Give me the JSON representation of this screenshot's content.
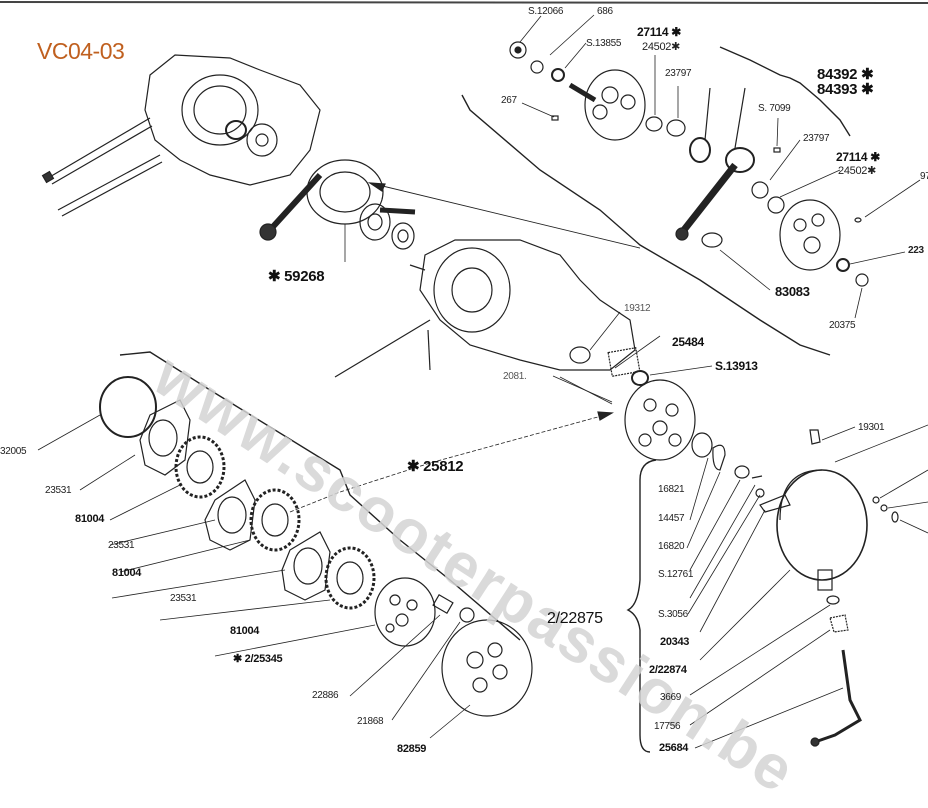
{
  "title": "VC04-03",
  "watermark": "www.scooterpassion.be",
  "accent_color": "#c0601f",
  "labels": {
    "s12066": "S.12066",
    "p686": "686",
    "s13855": "S.13855",
    "p27114a": "27114 ✱",
    "p24502a": "24502✱",
    "p23797a": "23797",
    "p267": "267",
    "p84392": "84392 ✱",
    "p84393": "84393 ✱",
    "s7099": "S. 7099",
    "p23797b": "23797",
    "p27114b": "27114 ✱",
    "p24502b": "24502✱",
    "p97": "97",
    "p223": "223",
    "p83083": "83083",
    "p20375": "20375",
    "p59268": "✱ 59268",
    "p19312": "19312",
    "p25484": "25484",
    "s13913": "S.13913",
    "p2081": "2081.",
    "p25812": "✱ 25812",
    "p32005": "32005",
    "p23531a": "23531",
    "p81004a": "81004",
    "p23531b": "23531",
    "p81004b": "81004",
    "p23531c": "23531",
    "p81004c": "81004",
    "p25345": "✱ 2/25345",
    "p22886": "22886",
    "p21868": "21868",
    "p82859": "82859",
    "p19301": "19301",
    "p16821": "16821",
    "p14457": "14457",
    "p16820": "16820",
    "s12761": "S.12761",
    "s3056": "S.3056",
    "p20343": "20343",
    "p22874": "2/22874",
    "p3669": "3669",
    "p17756": "17756",
    "p25684": "25684",
    "p22875": "2/22875"
  }
}
